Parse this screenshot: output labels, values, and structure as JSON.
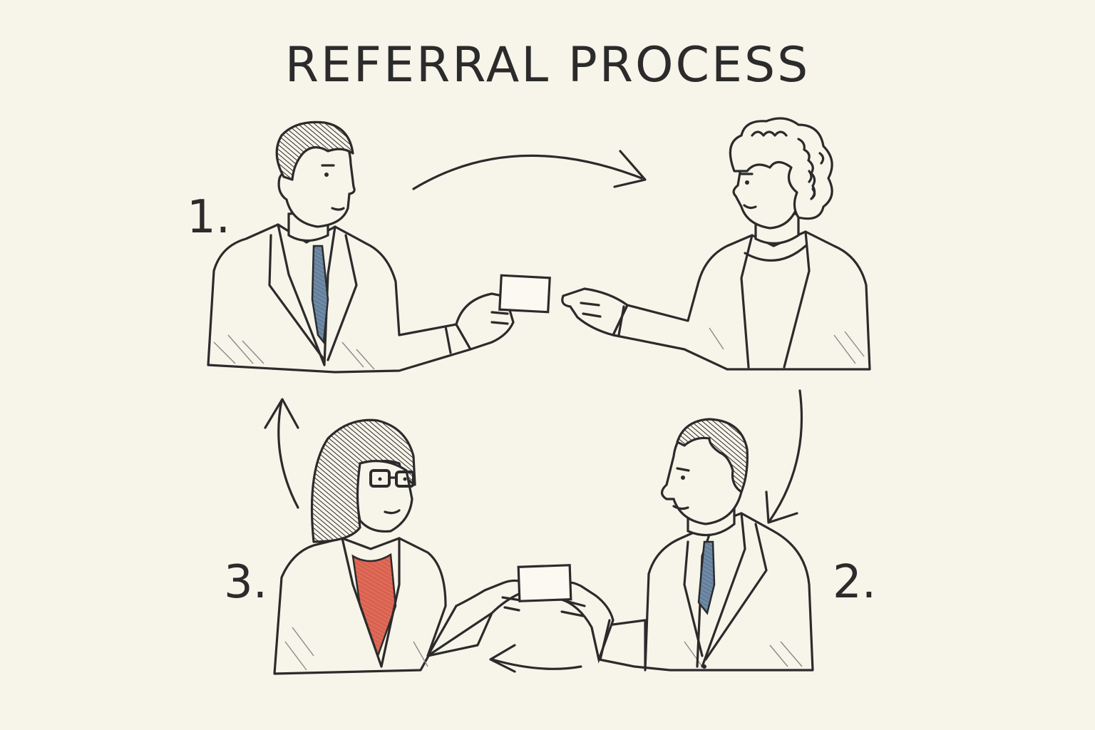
{
  "title": "REFERRAL PROCESS",
  "steps": [
    {
      "label": "1."
    },
    {
      "label": "2."
    },
    {
      "label": "3."
    }
  ],
  "colors": {
    "background": "#f7f4ea",
    "ink": "#2b2b2b",
    "tie": "#6f8aa6",
    "blouse": "#e06a58"
  }
}
